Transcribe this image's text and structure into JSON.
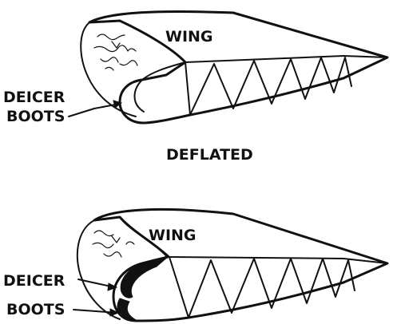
{
  "top_panel": {
    "wing_label": "WING",
    "boots_label_line1": "DEICER",
    "boots_label_line2": "BOOTS",
    "state_label": "DEFLATED"
  },
  "bottom_panel": {
    "wing_label": "WING",
    "boots_label_line1": "DEICER",
    "boots_label_line2": "BOOTS"
  },
  "colors": {
    "ink": "#111111",
    "background": "#ffffff"
  }
}
